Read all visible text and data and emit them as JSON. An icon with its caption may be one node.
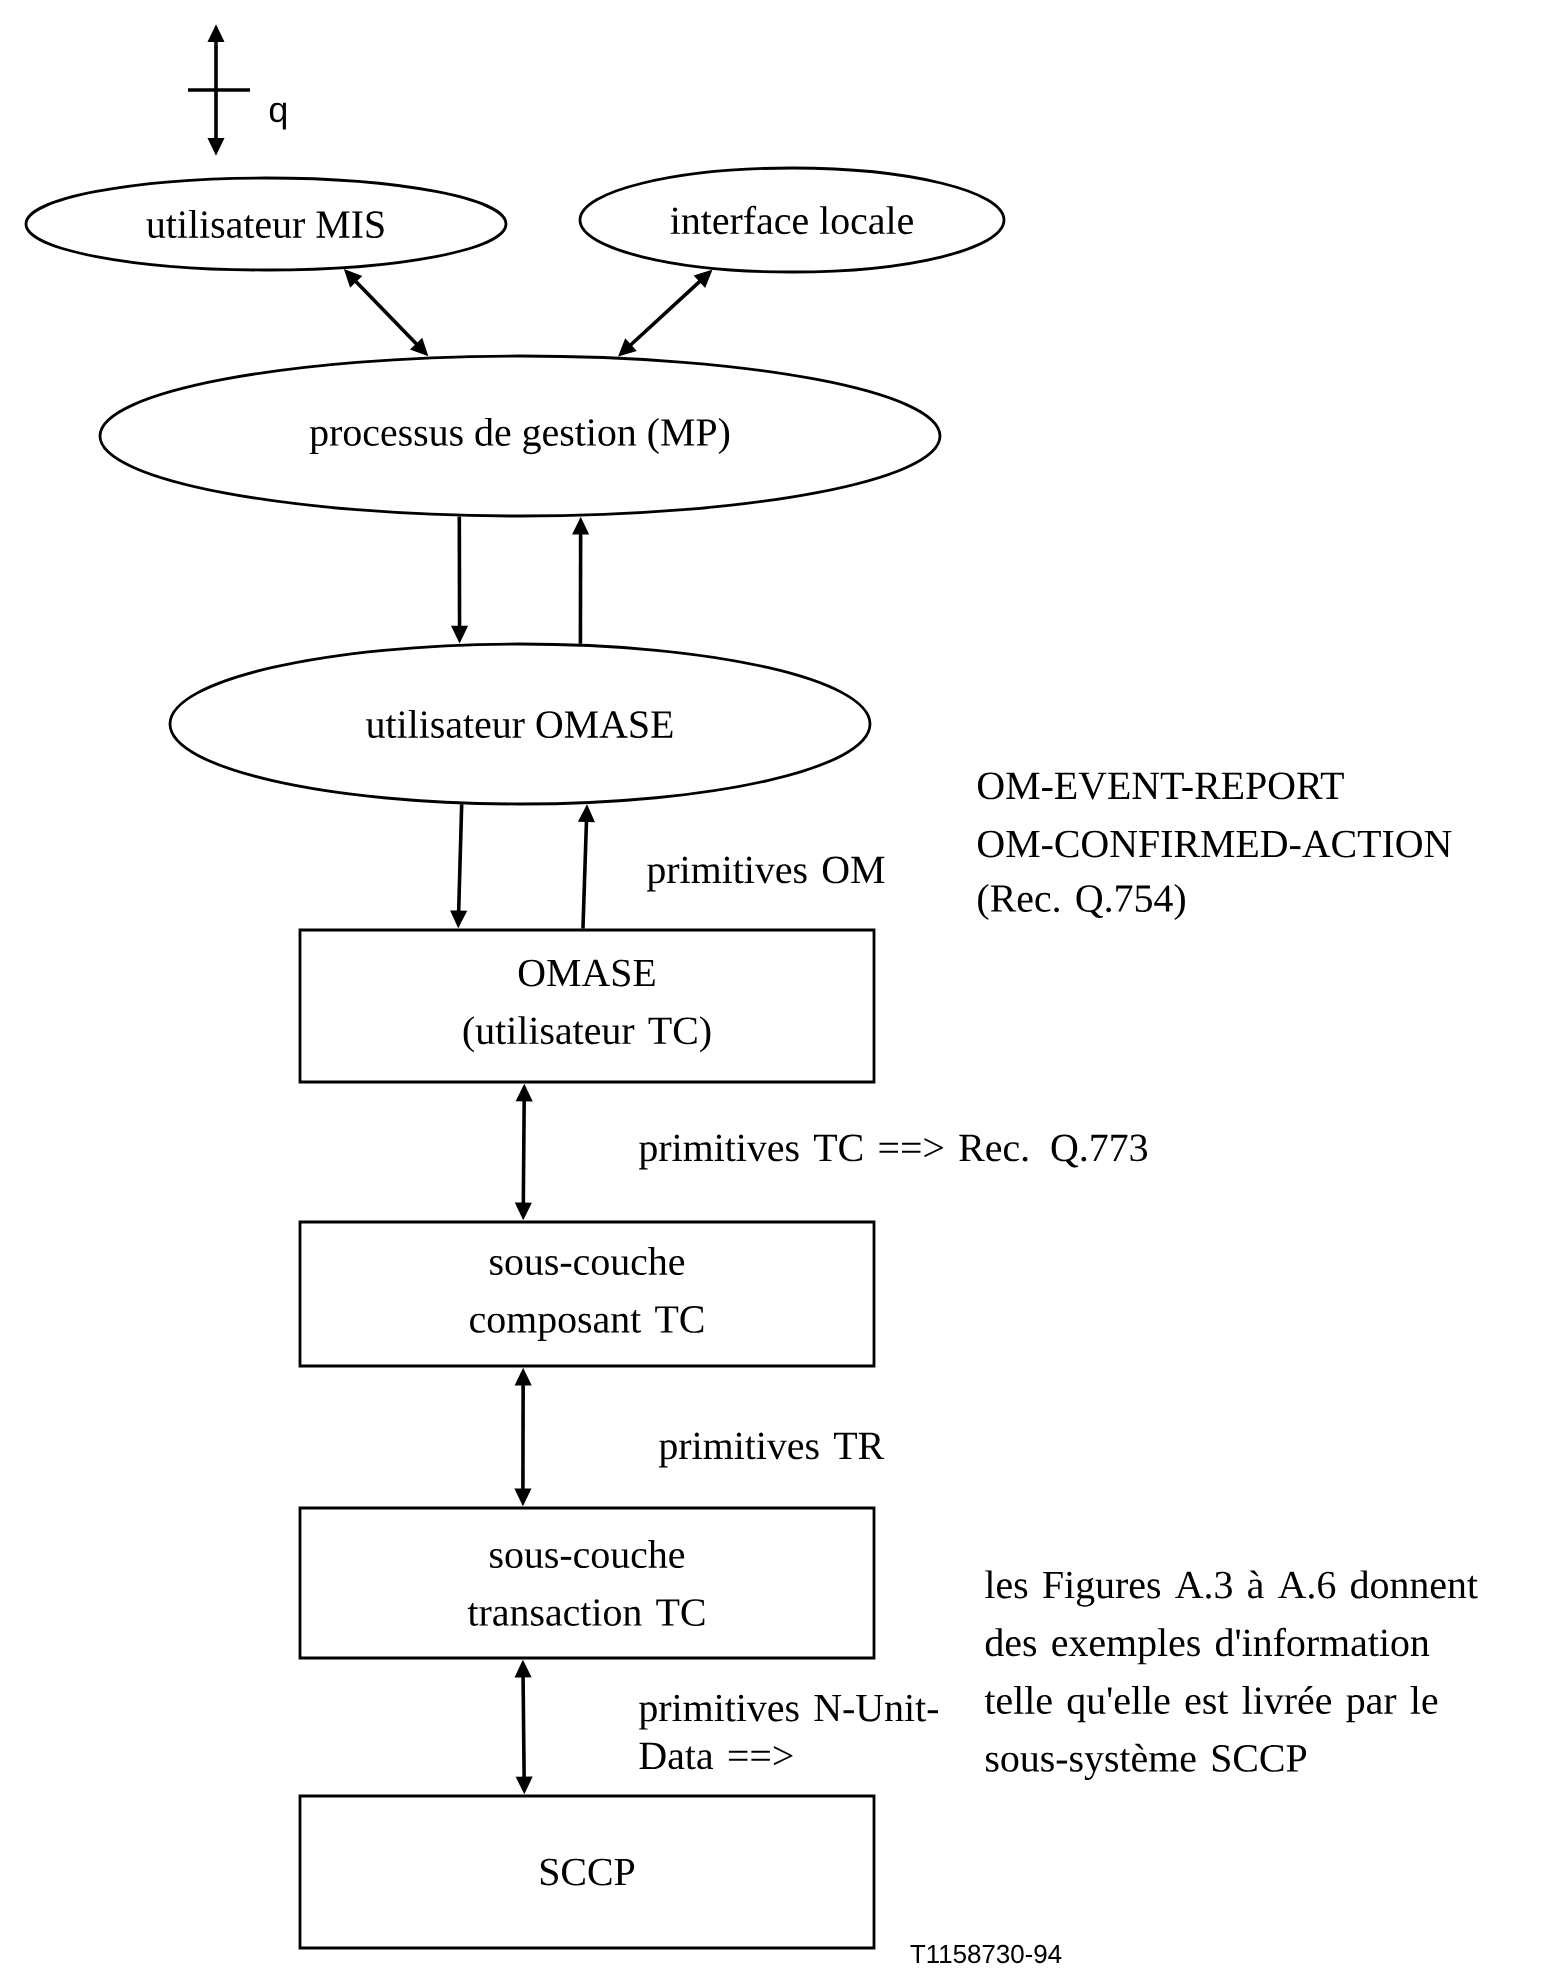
{
  "diagram": {
    "nodes": [
      {
        "text": [
          "utilisateur MIS"
        ]
      },
      {
        "text": [
          "interface locale"
        ]
      },
      {
        "text": [
          "processus de gestion (MP)"
        ]
      },
      {
        "text": [
          "utilisateur OMASE"
        ]
      },
      {
        "text": [
          "OMASE",
          "(utilisateur TC)"
        ]
      },
      {
        "text": [
          "sous-couche composant TC"
        ]
      },
      {
        "text": [
          "sous-couche transaction TC"
        ]
      },
      {
        "text": [
          "SCCP"
        ]
      }
    ],
    "edges": [
      {
        "from": 0,
        "to": 2,
        "arrow": "both"
      },
      {
        "from": 1,
        "to": 2,
        "arrow": "both"
      },
      {
        "from": 2,
        "to": 3,
        "arrow": "to"
      },
      {
        "from": 3,
        "to": 2,
        "arrow": "to"
      },
      {
        "from": 3,
        "to": 4,
        "arrow": "to"
      },
      {
        "from": 4,
        "to": 3,
        "arrow": "to",
        "label": "primitives OM"
      },
      {
        "from": 4,
        "to": 5,
        "arrow": "both",
        "label": "primitives TC ==> Rec. Q.773"
      },
      {
        "from": 5,
        "to": 6,
        "arrow": "both",
        "label": "primitives TR"
      },
      {
        "from": 6,
        "to": 7,
        "arrow": "both",
        "label": "primitives N-Unit-Data ==>"
      }
    ],
    "labels": [
      "q",
      "OM-EVENT-REPORT",
      "OM-CONFIRMED-ACTION",
      "(Rec. Q.754)",
      "les Figures A.3 à A.6 donnent des exemples d'information telle qu'elle est livrée par le sous-système SCCP",
      "T1158730-94"
    ]
  }
}
